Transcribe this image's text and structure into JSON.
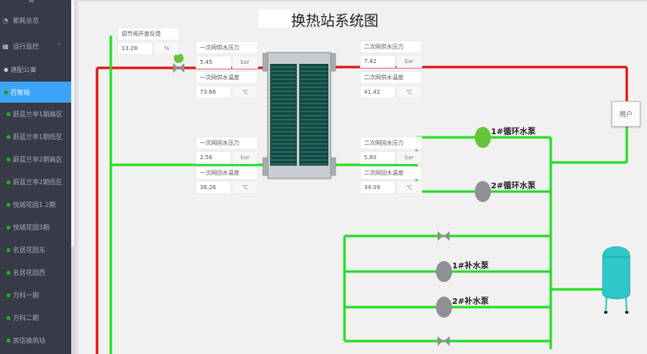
{
  "sidebar": {
    "items": [
      {
        "label": "能耗总览",
        "icon": "dashboard-icon",
        "type": "section"
      },
      {
        "label": "运行监控",
        "icon": "monitor-icon",
        "type": "section",
        "expanded": true
      },
      {
        "label": "建配公寓",
        "status": "offline"
      },
      {
        "label": "百智站",
        "status": "online",
        "active": true
      },
      {
        "label": "蔚蓝兰亭1期高区",
        "status": "online"
      },
      {
        "label": "蔚蓝兰亭1期低区",
        "status": "online"
      },
      {
        "label": "蔚蓝兰亭2期高区",
        "status": "online"
      },
      {
        "label": "蔚蓝兰亭2期低区",
        "status": "online"
      },
      {
        "label": "悦城花园1.2期",
        "status": "online"
      },
      {
        "label": "悦城花园3期",
        "status": "online"
      },
      {
        "label": "名居花园东",
        "status": "online"
      },
      {
        "label": "名居花园西",
        "status": "online"
      },
      {
        "label": "万科一期",
        "status": "online"
      },
      {
        "label": "万科二期",
        "status": "online"
      },
      {
        "label": "房信换热站",
        "status": "online"
      }
    ],
    "status_colors": {
      "online": "#1db31d",
      "offline": "#c8c8c8"
    }
  },
  "page": {
    "title": "换热站系统图"
  },
  "readouts": {
    "valve_feedback": {
      "label": "调节阀开度反馈",
      "value": "13.28",
      "unit": "%"
    },
    "primary_supply_pressure": {
      "label": "一次网供水压力",
      "value": "5.45",
      "unit": "bar"
    },
    "primary_supply_temp": {
      "label": "一次网供水温度",
      "value": "73.66",
      "unit": "℃"
    },
    "primary_return_pressure": {
      "label": "一次网回水压力",
      "value": "2.56",
      "unit": "bar"
    },
    "primary_return_temp": {
      "label": "一次网回水温度",
      "value": "38.26",
      "unit": "℃"
    },
    "secondary_supply_pressure": {
      "label": "二次网供水压力",
      "value": "7.42",
      "unit": "bar"
    },
    "secondary_supply_temp": {
      "label": "二次网供水温度",
      "value": "41.42",
      "unit": "℃"
    },
    "secondary_return_pressure": {
      "label": "二次网回水压力",
      "value": "5.80",
      "unit": "bar"
    },
    "secondary_return_temp": {
      "label": "二次网回水温度",
      "value": "34.09",
      "unit": "℃"
    }
  },
  "equipment": {
    "circ_pump_1": {
      "label": "1#循环水泵",
      "status": "running"
    },
    "circ_pump_2": {
      "label": "2#循环水泵",
      "status": "stopped"
    },
    "makeup_pump_1": {
      "label": "1#补水泵",
      "status": "stopped"
    },
    "makeup_pump_2": {
      "label": "2#补水泵",
      "status": "stopped"
    },
    "user": {
      "label": "用户"
    }
  },
  "colors": {
    "supply_pipe": "#e01010",
    "return_pipe": "#22dd22",
    "running": "#66c33a",
    "stopped": "#8e9096",
    "tank": "#2fc7c7",
    "exchanger_plates": "#0e4a44"
  }
}
